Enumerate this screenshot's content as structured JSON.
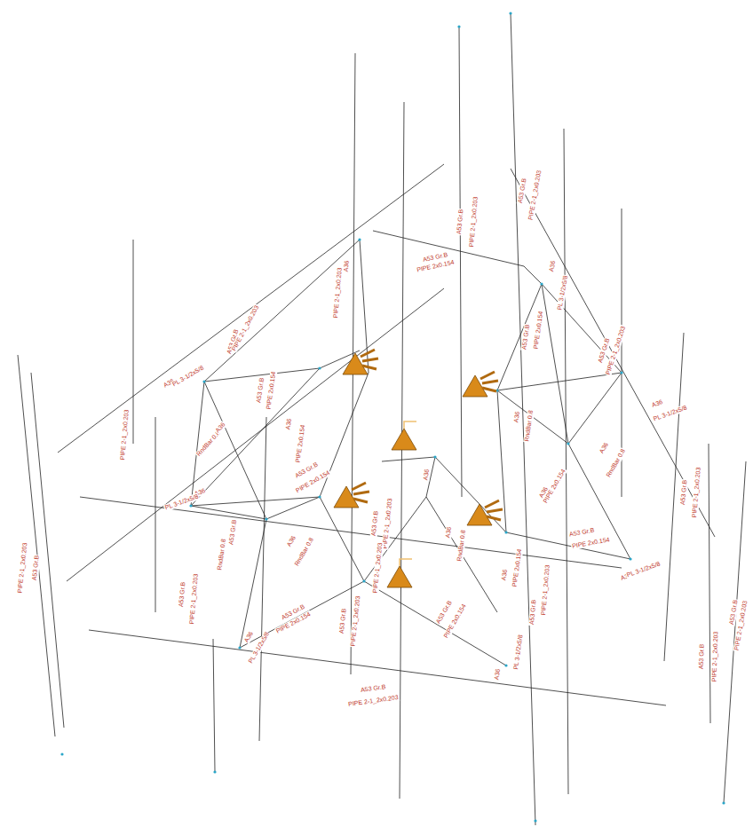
{
  "diagram": {
    "labels": [
      "A53 Gr.B",
      "PIPE 2-1_2x0.203",
      "A53 Gr.B",
      "PIPE 2-1_2x0.203",
      "A53 Gr.B",
      "PIPE 2-1_2x0.203",
      "PIPE 2-1_2x0.203",
      "PIPE 2-1_2x0.203",
      "A53 Gr.B",
      "A53 Gr.B",
      "PIPE 2-1_2x0.203",
      "A53 Gr.B",
      "PIPE 2-1_2x0.203",
      "A53 Gr.B",
      "PIPE 2-1_2x0.203",
      "A53 Gr.B",
      "PIPE 2-1_2x0.203",
      "A53 Gr.B",
      "PIPE 2-1_2x0.203",
      "A53 Gr.B",
      "PIPE 2-1_2x0.203",
      "A53 Gr.B",
      "PIPE 2-1_2x0.203",
      "PIPE 2x0.154",
      "A53 Gr.B",
      "A36",
      "PIPE 2-1_2x0.203",
      "A36",
      "PL 3-1/2x5/8",
      "PIPE 2x0.154",
      "A53 Gr.B",
      "RndBar 0.8",
      "A36",
      "A36",
      "PIPE 2x0.154",
      "A36",
      "PL 3-1/2x5/8",
      "A53 Gr.B",
      "RndBar 0.8",
      "A53 Gr.B",
      "PIPE 2x0.154",
      "A36",
      "RndBar 0.8",
      "A53 Gr.B",
      "PIPE 2x0.154",
      "A36",
      "PL 3-1/2x5/8",
      "PIPE 2-1_2x0.203",
      "A53 Gr.B",
      "A53 Gr.B",
      "PIPE 2-1_2x0.203",
      "A53 Gr.B",
      "PIPE 2x0.154",
      "A36",
      "PL 3-1/2x5/8",
      "A36",
      "RndBar 0.8",
      "A36",
      "PIPE 2x0.154",
      "A53 Gr.B",
      "PIPE 2x0.154",
      "A36",
      "PL 3-1/2x5/8",
      "A36",
      "RndBar 0.8",
      "A36",
      "PIPE 2x0.154",
      "A36",
      "RndBar 0.8",
      "A53 Gr.B",
      "PIPE 2x0.154",
      "A36",
      "PL 3-1/2x5/8",
      "A36",
      "PL 3-1/2x5/8",
      "A36",
      "PIPE 2-1_2x0.203"
    ]
  }
}
